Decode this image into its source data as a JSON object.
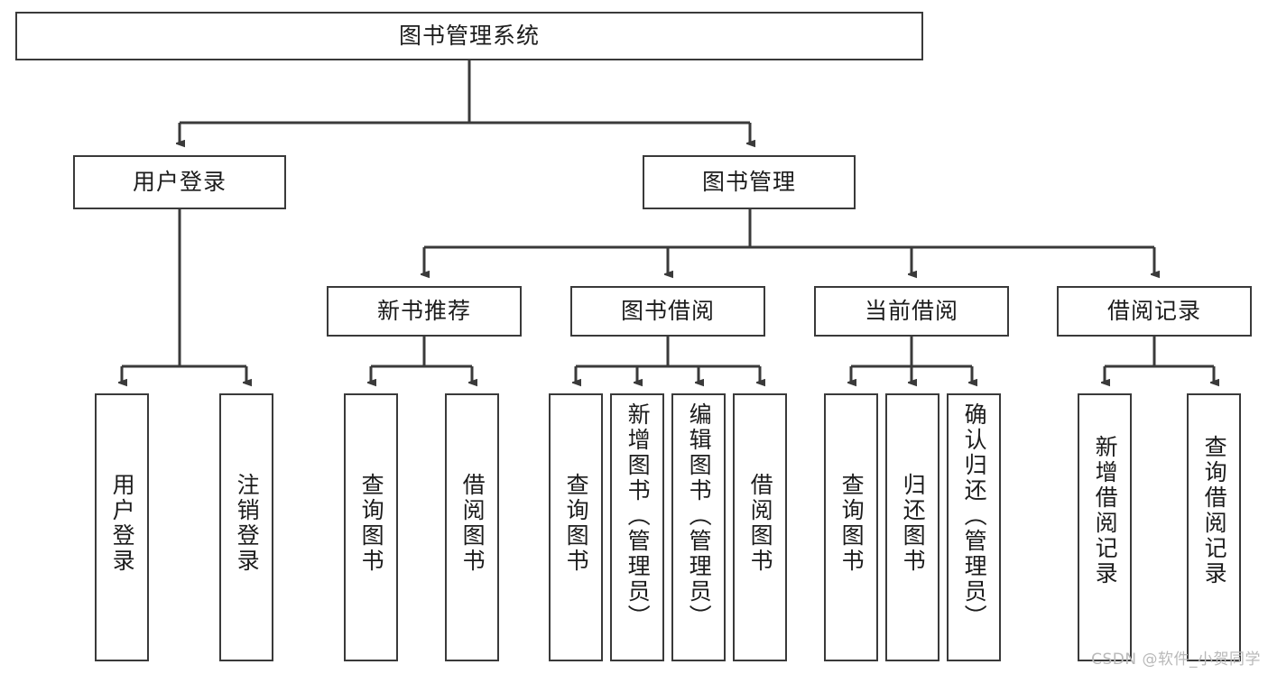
{
  "diagram": {
    "title": "图书管理系统",
    "type": "tree-hierarchy-diagram",
    "colors": {
      "node_border": "#3a3a3a",
      "node_fill": "#ffffff",
      "edge": "#3a3a3a",
      "text": "#1c1c1c",
      "watermark": "#b9b9b9"
    },
    "nodes": {
      "root": {
        "label": "图书管理系统"
      },
      "level2": [
        {
          "id": "user-login",
          "label": "用户登录"
        },
        {
          "id": "book-management",
          "label": "图书管理"
        }
      ],
      "level3": [
        {
          "id": "new-book-recommend",
          "label": "新书推荐"
        },
        {
          "id": "book-borrow",
          "label": "图书借阅"
        },
        {
          "id": "current-borrow",
          "label": "当前借阅"
        },
        {
          "id": "borrow-record",
          "label": "借阅记录"
        }
      ],
      "leaves": {
        "user_login": [
          {
            "id": "leaf-user-login",
            "label": "用户登录"
          },
          {
            "id": "leaf-logout-login",
            "label": "注销登录"
          }
        ],
        "new_book_recommend": [
          {
            "id": "leaf-query-book-1",
            "label": "查询图书"
          },
          {
            "id": "leaf-borrow-book-1",
            "label": "借阅图书"
          }
        ],
        "book_borrow": [
          {
            "id": "leaf-query-book-2",
            "label": "查询图书"
          },
          {
            "id": "leaf-add-book",
            "label": "新增图书（管理员）"
          },
          {
            "id": "leaf-edit-book",
            "label": "编辑图书（管理员）"
          },
          {
            "id": "leaf-borrow-book-2",
            "label": "借阅图书"
          }
        ],
        "current_borrow": [
          {
            "id": "leaf-query-book-3",
            "label": "查询图书"
          },
          {
            "id": "leaf-return-book",
            "label": "归还图书"
          },
          {
            "id": "leaf-confirm-return",
            "label": "确认归还（管理员）"
          }
        ],
        "borrow_record": [
          {
            "id": "leaf-add-borrow-record",
            "label": "新增借阅记录"
          },
          {
            "id": "leaf-query-borrow-record",
            "label": "查询借阅记录"
          }
        ]
      }
    },
    "watermark": "CSDN @软件_小贺同学"
  }
}
